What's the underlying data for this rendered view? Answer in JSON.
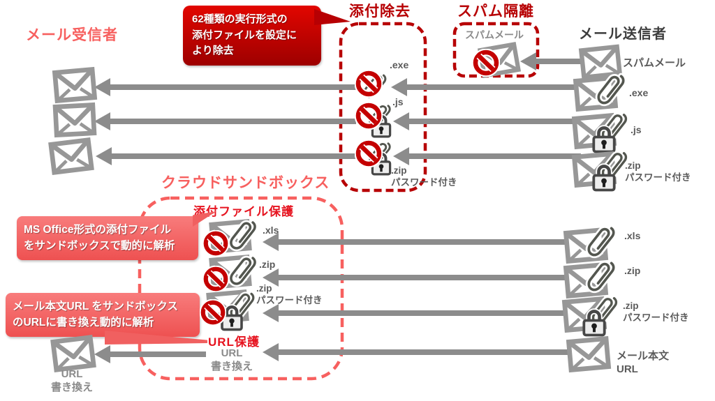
{
  "colors": {
    "dark_red": "#b70003",
    "salmon": "#f7605f",
    "mid_red": "#e6131f",
    "arrow": "#8c8c8c",
    "label_gray": "#5a5a5a",
    "soft_gray": "#8a8a8a",
    "env_gray": "#979797"
  },
  "recipient": {
    "title": "メール受信者",
    "url_caption": "URL\n書き換え"
  },
  "removal": {
    "title": "添付除去",
    "label_exe": ".exe",
    "label_js": ".js",
    "label_zip": ".zip\nパスワード付き"
  },
  "spam": {
    "title": "スパム隔離",
    "label": "スパムメール"
  },
  "sender": {
    "title": "メール送信者",
    "rows": [
      {
        "label": "スパムメール"
      },
      {
        "label": ".exe"
      },
      {
        "label": ".js"
      },
      {
        "label": ".zip\nパスワード付き"
      },
      {
        "label": ".xls"
      },
      {
        "label": ".zip"
      },
      {
        "label": ".zip\nパスワード付き"
      },
      {
        "label": "メール本文\nURL"
      }
    ]
  },
  "sandbox": {
    "title": "クラウドサンドボックス",
    "attachment_title": "添付ファイル保護",
    "url_title": "URL保護",
    "label_xls": ".xls",
    "label_zip": ".zip",
    "label_zip_pw": ".zip\nパスワード付き",
    "url_caption": "URL\n書き換え"
  },
  "callouts": {
    "exe_removal": "62種類の実行形式の\n添付ファイルを設定に\nより除去",
    "ms_office": "MS Office形式の添付ファイル\nをサンドボックスで動的に解析",
    "mail_url": "メール本文URL をサンドボックス\nのURLに書き換え動的に解析"
  }
}
